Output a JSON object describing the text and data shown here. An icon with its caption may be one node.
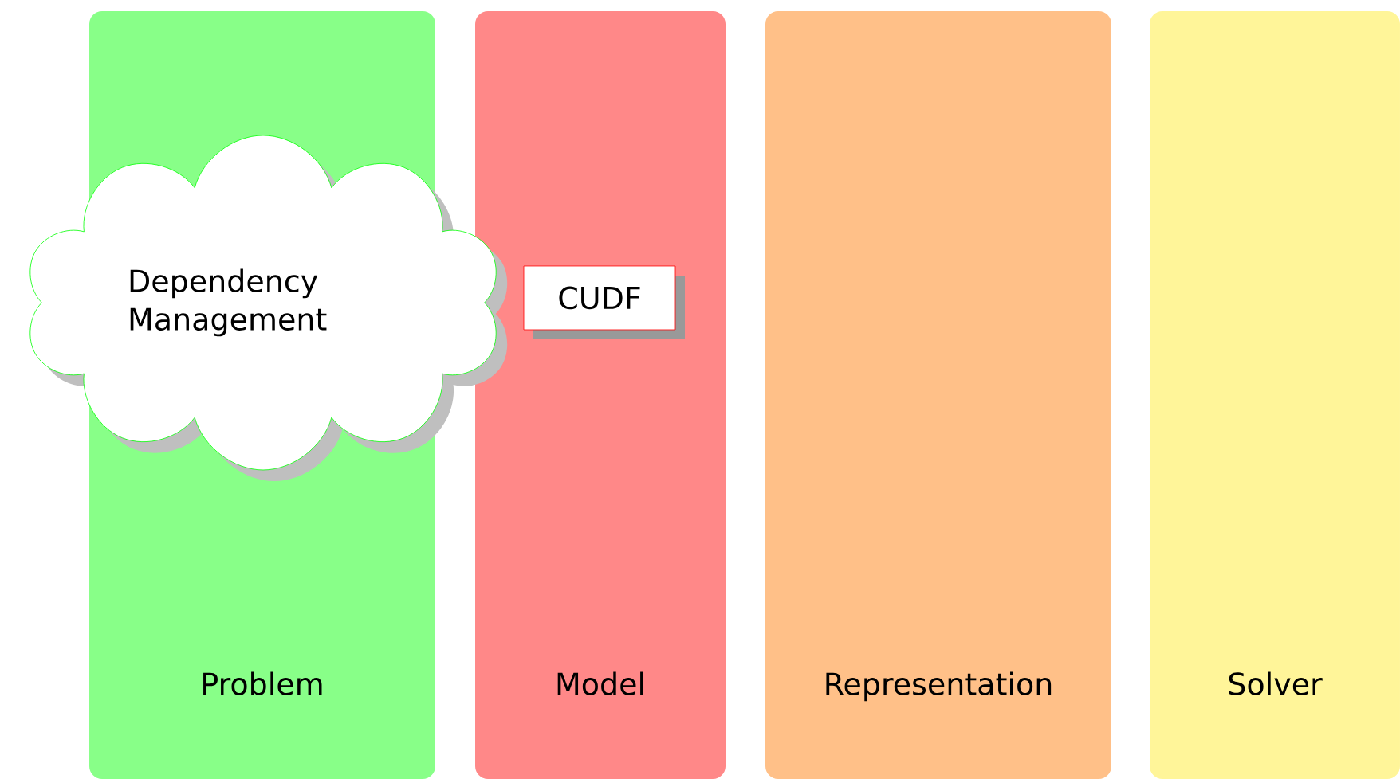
{
  "diagram": {
    "nodes": [
      {
        "text": [
          "Problem"
        ]
      },
      {
        "text": [
          "Model"
        ]
      },
      {
        "text": [
          "Representation"
        ]
      },
      {
        "text": [
          "Solver"
        ]
      },
      {
        "text": [
          "Dependency Management"
        ]
      },
      {
        "text": [
          "CUDF"
        ],
        "in": 1
      }
    ]
  }
}
